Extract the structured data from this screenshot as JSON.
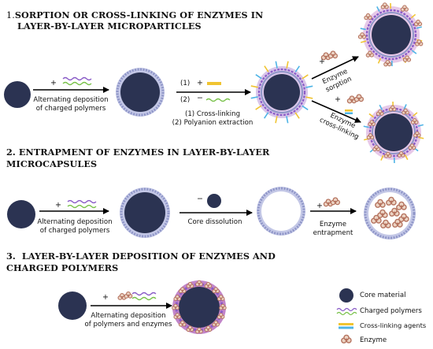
{
  "sections": [
    {
      "number": "1.",
      "title_line1": "SORPTION OR CROSS-LINKING OF ENZYMES IN",
      "title_line2": "LAYER-BY-LAYER MICROPARTICLES"
    },
    {
      "number": "2.",
      "title_line1": "ENTRAPMENT OF ENZYMES IN LAYER-BY-LAYER",
      "title_line2": "MICROCAPSULES"
    },
    {
      "number": "3.",
      "title_line1": "LAYER-BY-LAYER DEPOSITION OF ENZYMES AND",
      "title_line2": "CHARGED POLYMERS"
    }
  ],
  "labels": {
    "alt_dep_1": "Alternating deposition",
    "alt_dep_2": "of charged polymers",
    "step_crosslink_1": "(1)",
    "step_crosslink_2": "(2)",
    "crosslink_desc_1": "(1) Cross-linking",
    "crosslink_desc_2": "(2) Polyanion extraction",
    "enzyme_sorption_1": "Enzyme",
    "enzyme_sorption_2": "sorption",
    "enzyme_crosslinking_1": "Enzyme",
    "enzyme_crosslinking_2": "cross-linking",
    "core_dissolution": "Core dissolution",
    "enzyme_entrapment_1": "Enzyme",
    "enzyme_entrapment_2": "entrapment",
    "alt_dep_enz_1": "Alternating deposition",
    "alt_dep_enz_2": "of polymers and enzymes",
    "plus": "+",
    "minus": "−"
  },
  "legend": [
    {
      "key": "core",
      "label": "Core material",
      "icon": "dark-circle-icon"
    },
    {
      "key": "polymers",
      "label": "Charged polymers",
      "icon": "wavy-lines-icon"
    },
    {
      "key": "crosslinker",
      "label": "Cross-linking agents",
      "icon": "bars-icon"
    },
    {
      "key": "enzyme",
      "label": "Enzyme",
      "icon": "enzyme-icon"
    }
  ],
  "colors": {
    "core": "#2b3352",
    "polycation": "#8a5cc7",
    "polyanion": "#79c24a",
    "shell": "#8f96c8",
    "shell_light": "#c3c7e6",
    "crosslinker_yellow": "#f0c431",
    "crosslinker_blue": "#4fb4e6",
    "enzyme": "#b5735f",
    "enzyme_fill": "#ecd4c4",
    "hybrid_shell": "#c285c9"
  }
}
